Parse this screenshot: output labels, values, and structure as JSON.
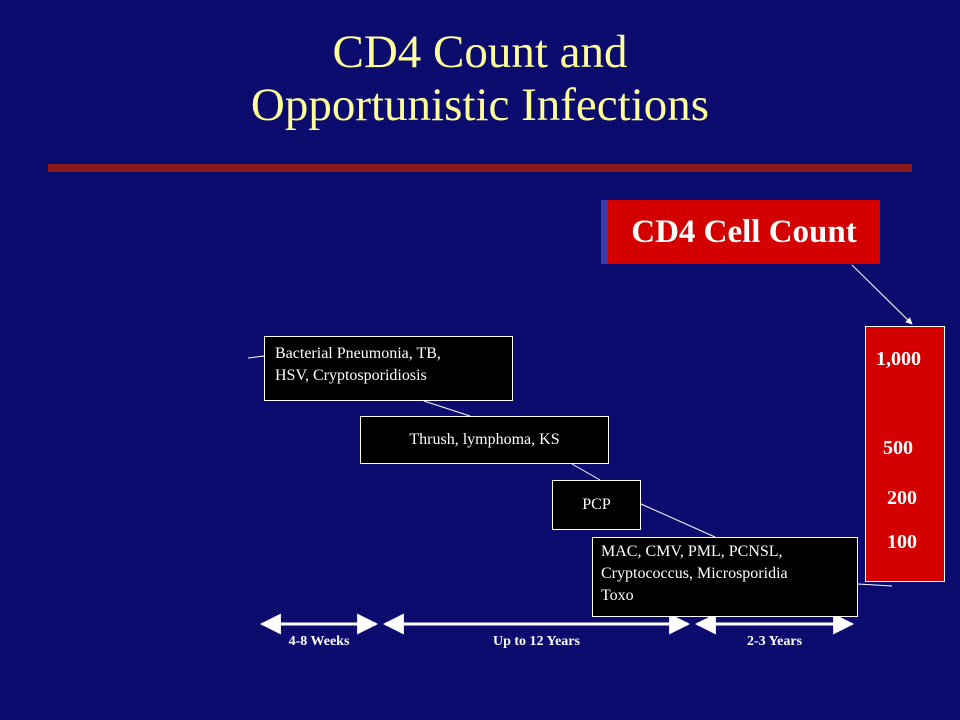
{
  "title": {
    "line1": "CD4 Count and",
    "line2": "Opportunistic Infections"
  },
  "cd4_label": "CD4 Cell Count",
  "scale": {
    "values": [
      "1,000",
      "500",
      "200",
      "100"
    ]
  },
  "infection_boxes": [
    {
      "lines": [
        "Bacterial Pneumonia, TB,",
        "HSV, Cryptosporidiosis"
      ]
    },
    {
      "lines": [
        "Thrush, lymphoma, KS"
      ]
    },
    {
      "lines": [
        "PCP"
      ]
    },
    {
      "lines": [
        "MAC, CMV, PML, PCNSL,",
        "Cryptococcus, Microsporidia",
        "Toxo"
      ]
    }
  ],
  "timeline": [
    {
      "label": "4-8 Weeks"
    },
    {
      "label": "Up to 12 Years"
    },
    {
      "label": "2-3 Years"
    }
  ],
  "colors": {
    "background": "#0c0c6e",
    "title": "#ffff99",
    "accent_red": "#d40000",
    "divider": "#8b1a1a"
  }
}
